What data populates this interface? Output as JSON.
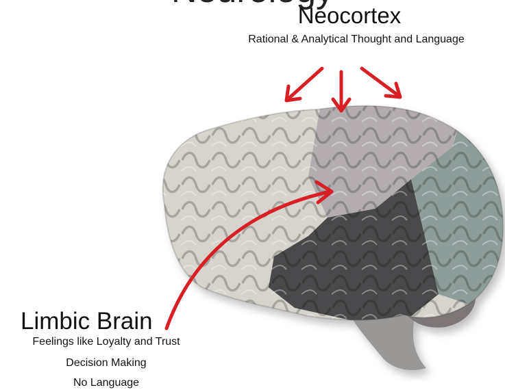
{
  "title": "Neurology",
  "neocortex": {
    "title": "Neocortex",
    "description": "Rational & Analytical Thought and Language"
  },
  "limbic": {
    "title": "Limbic Brain",
    "lines": [
      "Feelings like Loyalty and Trust",
      "Decision Making",
      "No Language"
    ]
  },
  "colors": {
    "arrow": "#d81f26",
    "frontal_lobe": "#d6d4cc",
    "parietal_lobe": "#b4adb0",
    "occipital_lobe": "#8e9d9a",
    "temporal_lobe": "#4a4a4c",
    "cerebellum": "#7d7677",
    "brainstem": "#9a9896"
  }
}
